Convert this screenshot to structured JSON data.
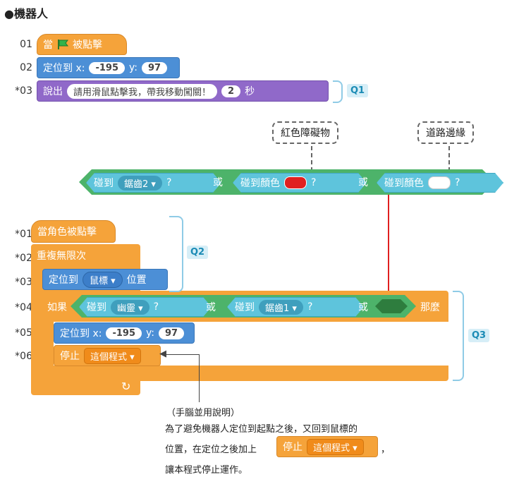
{
  "title": "●機器人",
  "line_numbers": {
    "a1": "01",
    "a2": "02",
    "a3": "*03",
    "b1": "*01",
    "b2": "*02",
    "b3": "*03",
    "b4": "*04",
    "b5": "*05",
    "b6": "*06"
  },
  "script1": {
    "hat": {
      "prefix": "當",
      "suffix": "被點擊"
    },
    "goto": {
      "label": "定位到 x:",
      "x": "-195",
      "y_label": "y:",
      "y": "97"
    },
    "say": {
      "label": "說出",
      "text": "請用滑鼠點擊我，帶我移動闖關！",
      "secs": "2",
      "secs_unit": "秒"
    }
  },
  "condition": {
    "touch1": {
      "label": "碰到",
      "target": "鋸齒2 ▾",
      "q": "?"
    },
    "or1": "或",
    "touch_color1": {
      "label": "碰到顏色",
      "q": "?"
    },
    "or2": "或",
    "touch_color2": {
      "label": "碰到顏色",
      "q": "?"
    }
  },
  "callouts": {
    "red": "紅色障礙物",
    "edge": "道路邊緣"
  },
  "script2": {
    "hat": "當角色被點擊",
    "forever": "重複無限次",
    "goto_mouse": {
      "label": "定位到",
      "target": "鼠標 ▾",
      "suffix": "位置"
    },
    "if": {
      "label": "如果",
      "touch1": {
        "label": "碰到",
        "target": "幽靈 ▾",
        "q": "?"
      },
      "or1": "或",
      "touch2": {
        "label": "碰到",
        "target": "鋸齒1 ▾",
        "q": "?"
      },
      "or2": "或",
      "then": "那麼"
    },
    "goto": {
      "label": "定位到 x:",
      "x": "-195",
      "y_label": "y:",
      "y": "97"
    },
    "stop": {
      "label": "停止",
      "target": "這個程式 ▾"
    }
  },
  "tags": {
    "q1": "Q1",
    "q2": "Q2",
    "q3": "Q3"
  },
  "note": {
    "line1": "（手腦並用說明）",
    "line2": "為了避免機器人定位到起點之後，又回到鼠標的",
    "line3a": "位置，在定位之後加上",
    "stop_label": "停止",
    "stop_target": "這個程式 ▾",
    "line3b": "，",
    "line4": "讓本程式停止運作。"
  },
  "colors": {
    "red_obstacle": "#e02020",
    "edge": "#ffffff",
    "green_diamond": "#2e7d3e"
  }
}
